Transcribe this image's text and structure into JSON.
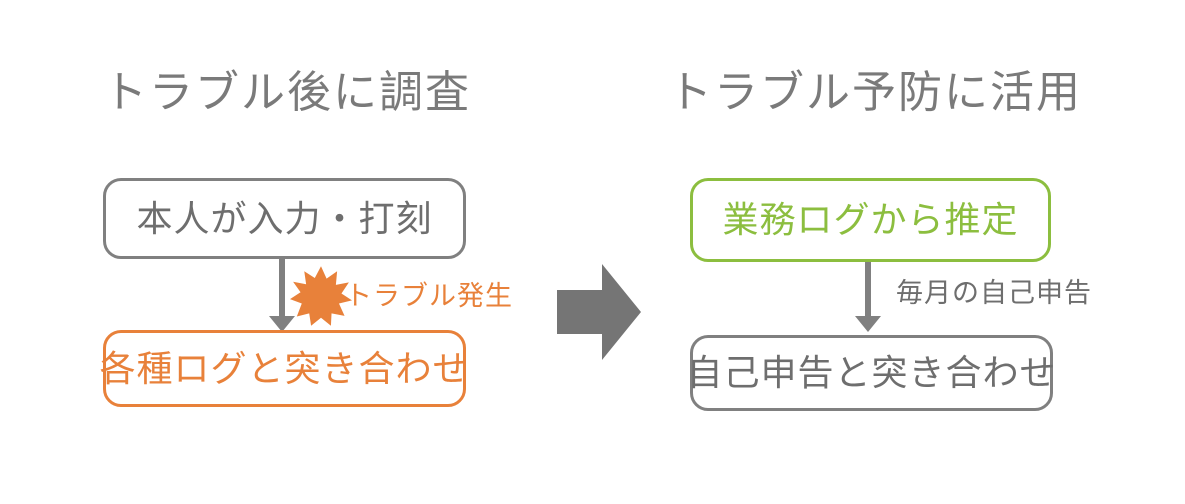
{
  "diagram": {
    "title_left": "トラブル後に調査",
    "title_right": "トラブル予防に活用",
    "left_flow": {
      "heading": "トラブル後に調査",
      "top_node": "本人が入力・打刻",
      "bottom_node": "各種ログと突き合わせ",
      "edge_label": "トラブル発生",
      "edge_icon": "starburst-icon",
      "top_node_color": "#808080",
      "bottom_node_color": "#e8813a",
      "edge_label_color": "#e8813a"
    },
    "transition": {
      "icon": "block-arrow-right-icon",
      "color": "#757575"
    },
    "right_flow": {
      "heading": "トラブル予防に活用",
      "top_node": "業務ログから推定",
      "bottom_node": "自己申告と突き合わせ",
      "edge_label": "毎月の自己申告",
      "top_node_color": "#8cbe3f",
      "bottom_node_color": "#808080",
      "edge_label_color": "#6e6e6e"
    },
    "palette": {
      "gray": "#808080",
      "gray_text": "#6e6e6e",
      "heading_gray": "#7a7a7a",
      "orange": "#e8813a",
      "green": "#8cbe3f",
      "background": "#ffffff"
    }
  }
}
